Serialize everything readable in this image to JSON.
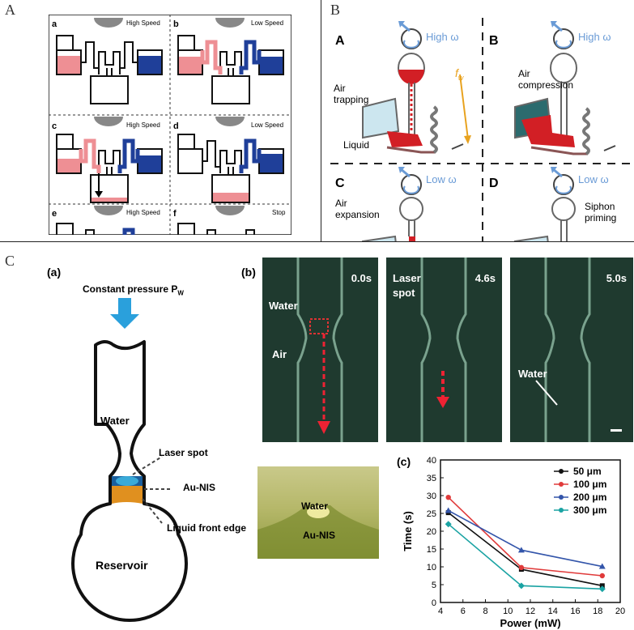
{
  "panels": {
    "A": {
      "letter": "A",
      "subpanels": [
        {
          "id": "a",
          "speed": "High Speed"
        },
        {
          "id": "b",
          "speed": "Low Speed"
        },
        {
          "id": "c",
          "speed": "High Speed"
        },
        {
          "id": "d",
          "speed": "Low Speed"
        },
        {
          "id": "e",
          "speed": "High Speed"
        },
        {
          "id": "f",
          "speed": "Stop"
        }
      ]
    },
    "B": {
      "letter": "B",
      "subpanels": [
        {
          "id": "A",
          "omega": "High ω",
          "labels": [
            "Air trapping",
            "Liquid"
          ],
          "force": "f",
          "force_sub": "w"
        },
        {
          "id": "B",
          "omega": "High ω",
          "labels": [
            "Air compression"
          ]
        },
        {
          "id": "C",
          "omega": "Low ω",
          "labels": [
            "Air expansion"
          ]
        },
        {
          "id": "D",
          "omega": "Low ω",
          "labels": [
            "Siphon priming"
          ]
        }
      ]
    },
    "C": {
      "letter": "C",
      "a": {
        "tag": "(a)",
        "pressure": "Constant pressure P",
        "pressure_sub": "W",
        "water": "Water",
        "laser": "Laser spot",
        "aunis": "Au-NIS",
        "front": "Liquid front edge",
        "reservoir": "Reservoir"
      },
      "b": {
        "tag": "(b)",
        "frames": [
          {
            "time": "0.0s",
            "labels": [
              "Water",
              "Air"
            ]
          },
          {
            "time": "4.6s",
            "labels": [
              "Laser",
              "spot"
            ]
          },
          {
            "time": "5.0s",
            "labels": [
              "Water"
            ]
          }
        ],
        "zoom_labels": [
          "Water",
          "Au-NIS"
        ]
      },
      "c": {
        "tag": "(c)"
      }
    }
  },
  "chart_data": {
    "type": "line",
    "xlabel": "Power (mW)",
    "ylabel": "Time (s)",
    "xlim": [
      4,
      20
    ],
    "ylim": [
      0,
      40
    ],
    "xticks": [
      4,
      6,
      8,
      10,
      12,
      14,
      16,
      18,
      20
    ],
    "yticks": [
      0,
      5,
      10,
      15,
      20,
      25,
      30,
      35,
      40
    ],
    "legend_position": "top-right",
    "x": [
      4.7,
      11.2,
      18.4
    ],
    "series": [
      {
        "name": "50 μm",
        "color": "#111111",
        "marker": "square",
        "values": [
          25.2,
          9.3,
          4.7
        ]
      },
      {
        "name": "100 μm",
        "color": "#e03a3a",
        "marker": "circle",
        "values": [
          29.5,
          9.8,
          7.5
        ]
      },
      {
        "name": "200 μm",
        "color": "#3355aa",
        "marker": "triangle",
        "values": [
          25.8,
          14.7,
          10.1
        ]
      },
      {
        "name": "300 μm",
        "color": "#1aa3a3",
        "marker": "diamond",
        "values": [
          22.0,
          4.7,
          3.8
        ]
      }
    ]
  }
}
